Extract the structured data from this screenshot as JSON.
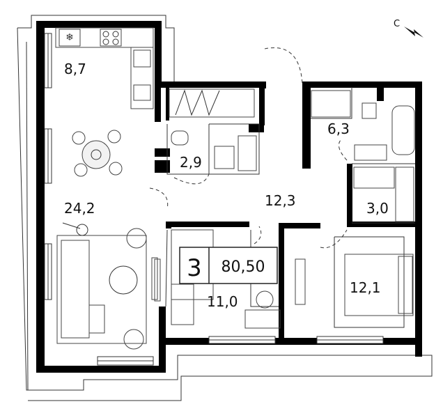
{
  "compass": {
    "label": "С"
  },
  "rooms": [
    {
      "id": "kitchen",
      "area": "8,7"
    },
    {
      "id": "living",
      "area": "24,2"
    },
    {
      "id": "wc",
      "area": "2,9"
    },
    {
      "id": "hall",
      "area": "12,3"
    },
    {
      "id": "bathroom",
      "area": "6,3"
    },
    {
      "id": "wardrobe",
      "area": "3,0"
    },
    {
      "id": "bedroom-small",
      "area": "11,0"
    },
    {
      "id": "bedroom-large",
      "area": "12,1"
    }
  ],
  "badge": {
    "rooms_count": "3",
    "total_area": "80,50"
  }
}
